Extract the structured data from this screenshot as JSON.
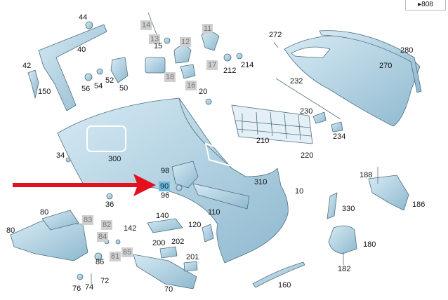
{
  "reference": {
    "arrow": "▸",
    "label": "808"
  },
  "colors": {
    "part_fill": "#b9d9ea",
    "part_stroke": "#4d6f82",
    "arrow": "#e3101e",
    "highlight": "#6fb8d9"
  },
  "highlighted_part": "90",
  "labels": [
    {
      "id": "44",
      "text": "44",
      "style": "plain"
    },
    {
      "id": "14",
      "text": "14",
      "style": "grey"
    },
    {
      "id": "13",
      "text": "13",
      "style": "grey"
    },
    {
      "id": "15",
      "text": "15",
      "style": "plain"
    },
    {
      "id": "12",
      "text": "12",
      "style": "grey"
    },
    {
      "id": "11",
      "text": "11",
      "style": "grey"
    },
    {
      "id": "272",
      "text": "272",
      "style": "plain"
    },
    {
      "id": "280",
      "text": "280",
      "style": "plain"
    },
    {
      "id": "40",
      "text": "40",
      "style": "plain"
    },
    {
      "id": "42",
      "text": "42",
      "style": "plain"
    },
    {
      "id": "18",
      "text": "18",
      "style": "grey"
    },
    {
      "id": "17",
      "text": "17",
      "style": "grey"
    },
    {
      "id": "212",
      "text": "212",
      "style": "plain"
    },
    {
      "id": "214",
      "text": "214",
      "style": "plain"
    },
    {
      "id": "270",
      "text": "270",
      "style": "plain"
    },
    {
      "id": "56",
      "text": "56",
      "style": "plain"
    },
    {
      "id": "54",
      "text": "54",
      "style": "plain"
    },
    {
      "id": "52",
      "text": "52",
      "style": "plain"
    },
    {
      "id": "50",
      "text": "50",
      "style": "plain"
    },
    {
      "id": "16",
      "text": "16",
      "style": "grey"
    },
    {
      "id": "150",
      "text": "150",
      "style": "plain"
    },
    {
      "id": "20",
      "text": "20",
      "style": "plain"
    },
    {
      "id": "232",
      "text": "232",
      "style": "plain"
    },
    {
      "id": "230",
      "text": "230",
      "style": "plain"
    },
    {
      "id": "234",
      "text": "234",
      "style": "plain"
    },
    {
      "id": "210",
      "text": "210",
      "style": "plain"
    },
    {
      "id": "220",
      "text": "220",
      "style": "plain"
    },
    {
      "id": "34",
      "text": "34",
      "style": "plain"
    },
    {
      "id": "300",
      "text": "300",
      "style": "plain"
    },
    {
      "id": "98",
      "text": "98",
      "style": "plain"
    },
    {
      "id": "90",
      "text": "90",
      "style": "highlight"
    },
    {
      "id": "96",
      "text": "96",
      "style": "plain"
    },
    {
      "id": "310",
      "text": "310",
      "style": "plain"
    },
    {
      "id": "188",
      "text": "188",
      "style": "plain"
    },
    {
      "id": "10",
      "text": "10",
      "style": "plain"
    },
    {
      "id": "36",
      "text": "36",
      "style": "plain"
    },
    {
      "id": "330",
      "text": "330",
      "style": "plain"
    },
    {
      "id": "186",
      "text": "186",
      "style": "plain"
    },
    {
      "id": "80a",
      "text": "80",
      "style": "plain"
    },
    {
      "id": "140",
      "text": "140",
      "style": "plain"
    },
    {
      "id": "110",
      "text": "110",
      "style": "plain"
    },
    {
      "id": "83",
      "text": "83",
      "style": "grey"
    },
    {
      "id": "82",
      "text": "82",
      "style": "grey"
    },
    {
      "id": "142",
      "text": "142",
      "style": "plain"
    },
    {
      "id": "120",
      "text": "120",
      "style": "plain"
    },
    {
      "id": "80b",
      "text": "80",
      "style": "plain"
    },
    {
      "id": "84",
      "text": "84",
      "style": "grey"
    },
    {
      "id": "200",
      "text": "200",
      "style": "plain"
    },
    {
      "id": "202",
      "text": "202",
      "style": "plain"
    },
    {
      "id": "180",
      "text": "180",
      "style": "plain"
    },
    {
      "id": "86",
      "text": "86",
      "style": "plain"
    },
    {
      "id": "81",
      "text": "81",
      "style": "grey"
    },
    {
      "id": "85",
      "text": "85",
      "style": "grey"
    },
    {
      "id": "201",
      "text": "201",
      "style": "plain"
    },
    {
      "id": "182",
      "text": "182",
      "style": "plain"
    },
    {
      "id": "72",
      "text": "72",
      "style": "plain"
    },
    {
      "id": "76",
      "text": "76",
      "style": "plain"
    },
    {
      "id": "74",
      "text": "74",
      "style": "plain"
    },
    {
      "id": "70",
      "text": "70",
      "style": "plain"
    },
    {
      "id": "160",
      "text": "160",
      "style": "plain"
    }
  ]
}
